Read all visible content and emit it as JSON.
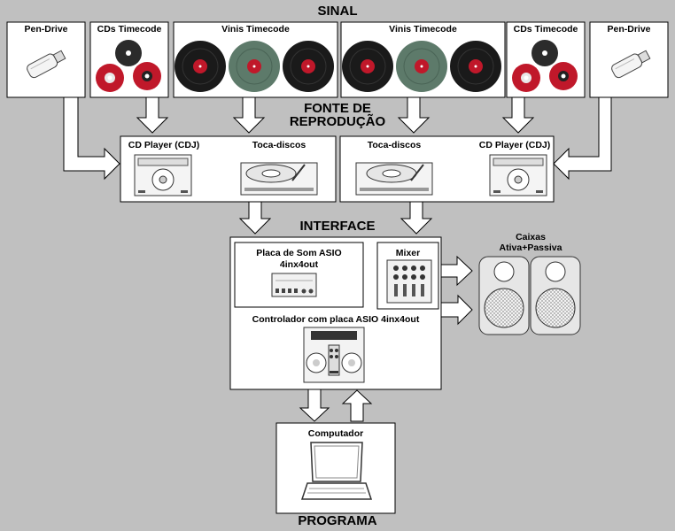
{
  "stages": {
    "signal": "SINAL",
    "source_line1": "FONTE DE",
    "source_line2": "REPRODUÇÃO",
    "interface": "INTERFACE",
    "program": "PROGRAMA"
  },
  "signal_sources": {
    "pen_drive": "Pen-Drive",
    "cds_timecode": "CDs Timecode",
    "vinyls_timecode": "Vinis Timecode"
  },
  "players": {
    "cd_player": "CD Player (CDJ)",
    "turntable": "Toca-discos"
  },
  "interface": {
    "soundcard_line1": "Placa de Som ASIO",
    "soundcard_line2": "4inx4out",
    "mixer": "Mixer",
    "controller": "Controlador com placa ASIO 4inx4out",
    "speakers_line1": "Caixas",
    "speakers_line2": "Ativa+Passiva"
  },
  "program": {
    "computer": "Computador"
  },
  "colors": {
    "background": "#c0c0c0",
    "box": "#ffffff",
    "vinyl": "#1a1a1a",
    "vinyl_green": "#5d7a6a",
    "cd_red": "#c0182a",
    "speaker": "#e6e6e6"
  }
}
